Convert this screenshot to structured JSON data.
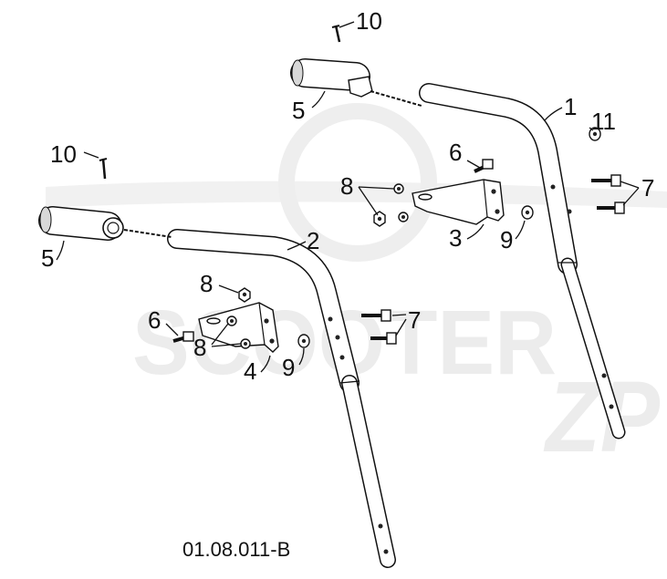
{
  "diagram_code": "01.08.011-B",
  "watermark": {
    "text": "SCOOTER",
    "script": "ZP"
  },
  "callouts": {
    "pin_top": "10",
    "grip_top": "5",
    "handle_right": "1",
    "washer_11": "11",
    "bolt_6_right": "6",
    "nut_8_upper": "8",
    "bolt_7_right": "7",
    "bracket_3": "3",
    "washer_9_right": "9",
    "pin_left": "10",
    "grip_left": "5",
    "handle_left": "2",
    "nut_8_lower_top": "8",
    "bolt_6_left": "6",
    "nut_8_lower": "8",
    "bolt_7_lower": "7",
    "bracket_4": "4",
    "washer_9_lower": "9"
  }
}
